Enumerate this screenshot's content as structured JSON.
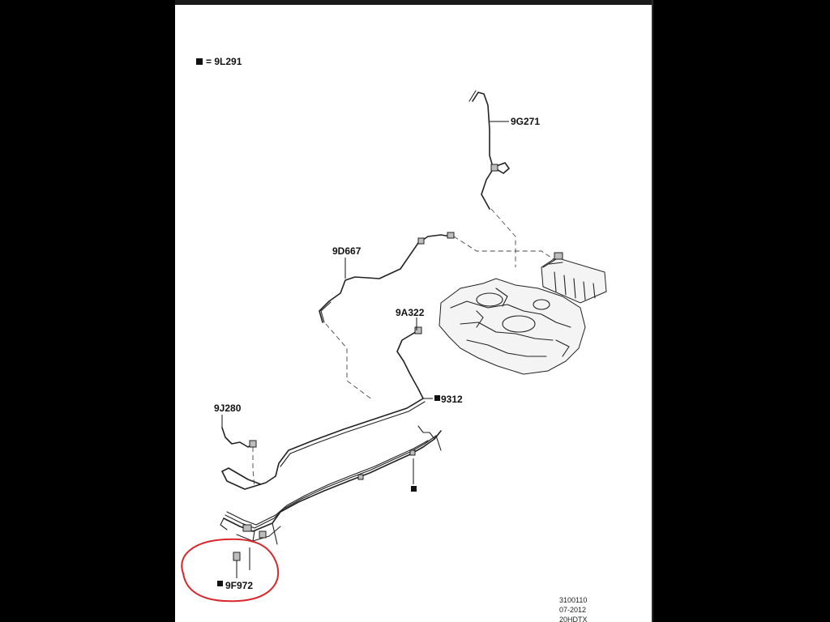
{
  "legend": {
    "symbol_meaning": "= 9L291"
  },
  "callouts": {
    "p9g271": "9G271",
    "p9d667": "9D667",
    "p9a322": "9A322",
    "p9312": "9312",
    "p9j280": "9J280",
    "p9f972": "9F972"
  },
  "footer": {
    "line1": "3100110",
    "line2": "07-2012",
    "line3": "20HDTX"
  },
  "colors": {
    "viewer_background": "#000000",
    "sheet": "#ffffff",
    "line_art": "#222222",
    "annotation_circle": "#d9262b"
  }
}
